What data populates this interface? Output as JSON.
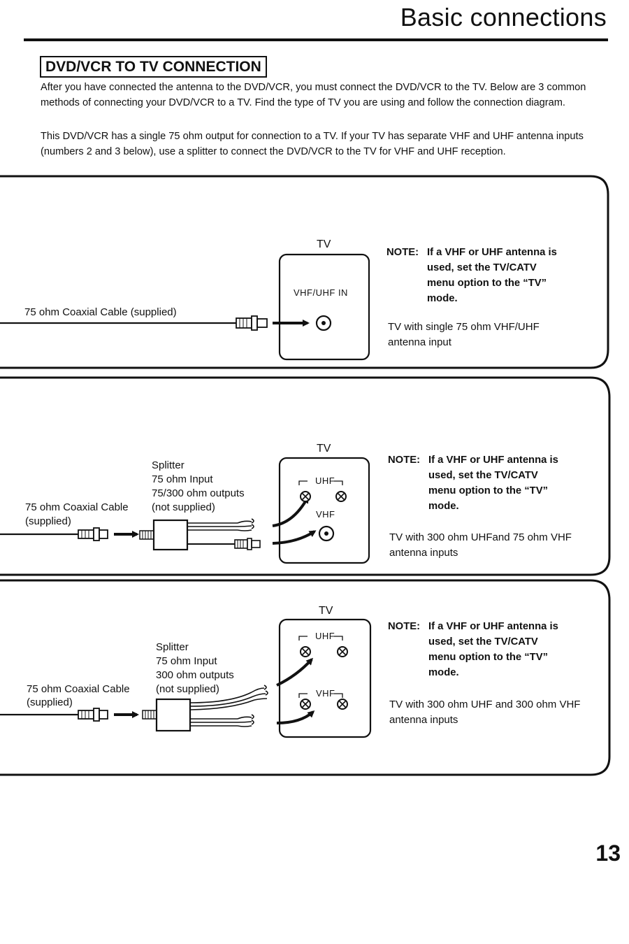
{
  "header": {
    "title": "Basic connections",
    "page_number": "13"
  },
  "section": {
    "title": "DVD/VCR TO TV CONNECTION",
    "intro1": "After you have connected the antenna to the DVD/VCR, you must connect the DVD/VCR to the TV. Below are 3 common methods of connecting your DVD/VCR to a TV. Find the type of TV you are using and follow the connection diagram.",
    "intro2": "This DVD/VCR has a single 75 ohm output for connection to a TV. If your TV has separate VHF and UHF antenna inputs (numbers 2 and 3 below), use a splitter to connect the DVD/VCR to the TV for VHF and UHF reception."
  },
  "diagrams": [
    {
      "tv_label": "TV",
      "cable_label": "75 ohm Coaxial Cable (supplied)",
      "port_label": "VHF/UHF IN",
      "note_label": "NOTE:",
      "note_lines": [
        "If a VHF or UHF antenna is",
        "used, set the TV/CATV",
        "menu option to the “TV”",
        "mode."
      ],
      "desc": "TV with single 75 ohm VHF/UHF antenna input"
    },
    {
      "tv_label": "TV",
      "cable_label_1": "75 ohm Coaxial Cable",
      "cable_label_2": "(supplied)",
      "splitter_lines": [
        "Splitter",
        "75 ohm Input",
        "75/300 ohm outputs",
        "(not supplied)"
      ],
      "uhf_label": "UHF",
      "vhf_label": "VHF",
      "note_label": "NOTE:",
      "note_lines": [
        "If a VHF or UHF antenna is",
        "used, set the TV/CATV",
        "menu option to the “TV”",
        "mode."
      ],
      "desc": "TV with 300 ohm UHFand 75 ohm VHF antenna inputs"
    },
    {
      "tv_label": "TV",
      "cable_label_1": "75 ohm Coaxial Cable",
      "cable_label_2": "(supplied)",
      "splitter_lines": [
        "Splitter",
        "75 ohm Input",
        "300 ohm outputs",
        "(not supplied)"
      ],
      "uhf_label": "UHF",
      "vhf_label": "VHF",
      "note_label": "NOTE:",
      "note_lines": [
        "If a VHF or UHF antenna is",
        "used, set the TV/CATV",
        "menu option to the “TV”",
        "mode."
      ],
      "desc": "TV with 300 ohm UHF and 300 ohm VHF antenna inputs"
    }
  ]
}
